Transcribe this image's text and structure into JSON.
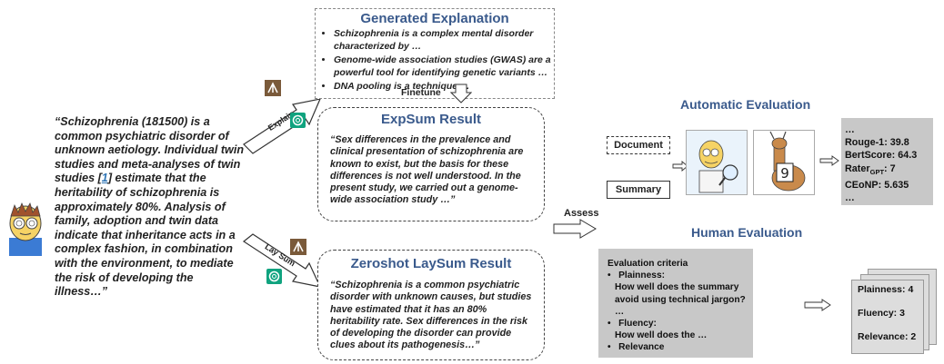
{
  "left_text": {
    "before_ref": "“Schizophrenia (181500) is a common psychiatric disorder of unknown aetiology. Individual twin studies and meta-analyses of twin studies [",
    "ref": "1",
    "after_ref": "] estimate that the heritability of schizophrenia is approximately 80%. Analysis of family, adoption and twin data indicate that inheritance acts in a complex fashion, in combination with the environment, to mediate the risk of developing the illness…”"
  },
  "arrows": {
    "explain": "Explain",
    "lay_sum": "Lay Sum",
    "assess": "Assess"
  },
  "generated": {
    "title": "Generated Explanation",
    "items": [
      "Schizophrenia is a complex mental disorder characterized by …",
      "Genome-wide association studies (GWAS) are a powerful tool for identifying genetic variants …",
      "DNA pooling is a technique …"
    ],
    "finetune": "Finetune"
  },
  "expsum": {
    "title": "ExpSum Result",
    "text": "“Sex differences in the prevalence and clinical presentation of schizophrenia are known to exist, but the basis for these differences is not well understood. In the present study, we carried out a genome-wide association study …”"
  },
  "laysum": {
    "title": "Zeroshot LaySum Result",
    "text": "“Schizophrenia is a common psychiatric disorder with unknown causes, but studies have estimated that it has an 80% heritability rate. Sex differences in the risk of developing the disorder can provide clues about its pathogenesis…”"
  },
  "auto_eval": {
    "title": "Automatic Evaluation",
    "document": "Document",
    "summary": "Summary",
    "metrics": {
      "ellipsis_top": "…",
      "rouge": "Rouge-1: 39.8",
      "bert": "BertScore: 64.3",
      "rater_prefix": "Rater",
      "rater_sub": "GPT",
      "rater_suffix": ": 7",
      "ceonp": "CEoNP: 5.635",
      "ellipsis_bottom": "…"
    }
  },
  "human_eval": {
    "title": "Human Evaluation",
    "criteria_title": "Evaluation criteria",
    "plainness": "Plainness:",
    "plainness_q": "How well does the summary avoid using technical jargon?",
    "ellipsis": "…",
    "fluency": "Fluency:",
    "fluency_q": "How well does the …",
    "relevance": "Relevance",
    "scores": [
      "Plainness: 4",
      "Fluency: 3",
      "Relevance: 2"
    ]
  },
  "colors": {
    "title_blue": "#3a5a8c",
    "gray_box": "#c8c8c8",
    "gpt_green": "#10a37f"
  }
}
